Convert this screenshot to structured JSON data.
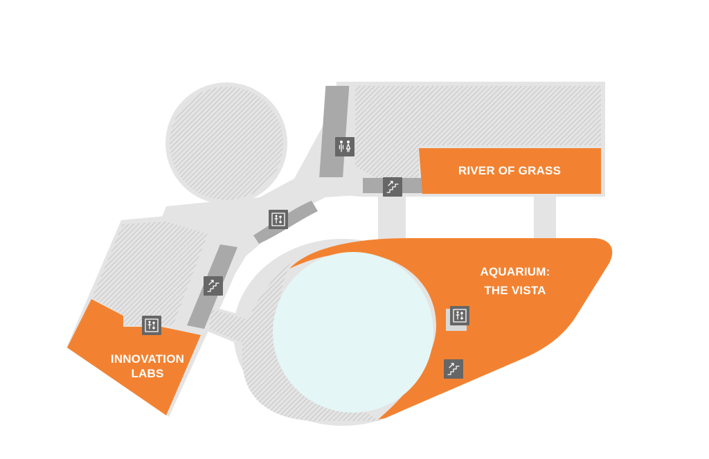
{
  "colors": {
    "background": "#ffffff",
    "corridor": "#e4e4e4",
    "hatch_line": "#bdbdbd",
    "walkway": "#a9a9a9",
    "zone": "#f28231",
    "pool": "#e4f6f5",
    "icon_box": "#666666",
    "label_text": "#ffffff"
  },
  "zones": [
    {
      "id": "river-of-grass",
      "label_lines": [
        "RIVER OF GRASS"
      ]
    },
    {
      "id": "aquarium",
      "label_lines": [
        "AQUARIUM:",
        "THE VISTA"
      ]
    },
    {
      "id": "innovation-labs",
      "label_lines": [
        "INNOVATION",
        "LABS"
      ]
    }
  ],
  "amenities": [
    {
      "id": "restrooms-north",
      "icon": "restroom-icon"
    },
    {
      "id": "escalator-north",
      "icon": "escalator-icon"
    },
    {
      "id": "elevator-center",
      "icon": "elevator-icon"
    },
    {
      "id": "escalator-west",
      "icon": "escalator-icon"
    },
    {
      "id": "elevator-west",
      "icon": "elevator-icon"
    },
    {
      "id": "elevator-aquarium",
      "icon": "elevator-icon"
    },
    {
      "id": "escalator-aquarium",
      "icon": "escalator-icon"
    }
  ]
}
